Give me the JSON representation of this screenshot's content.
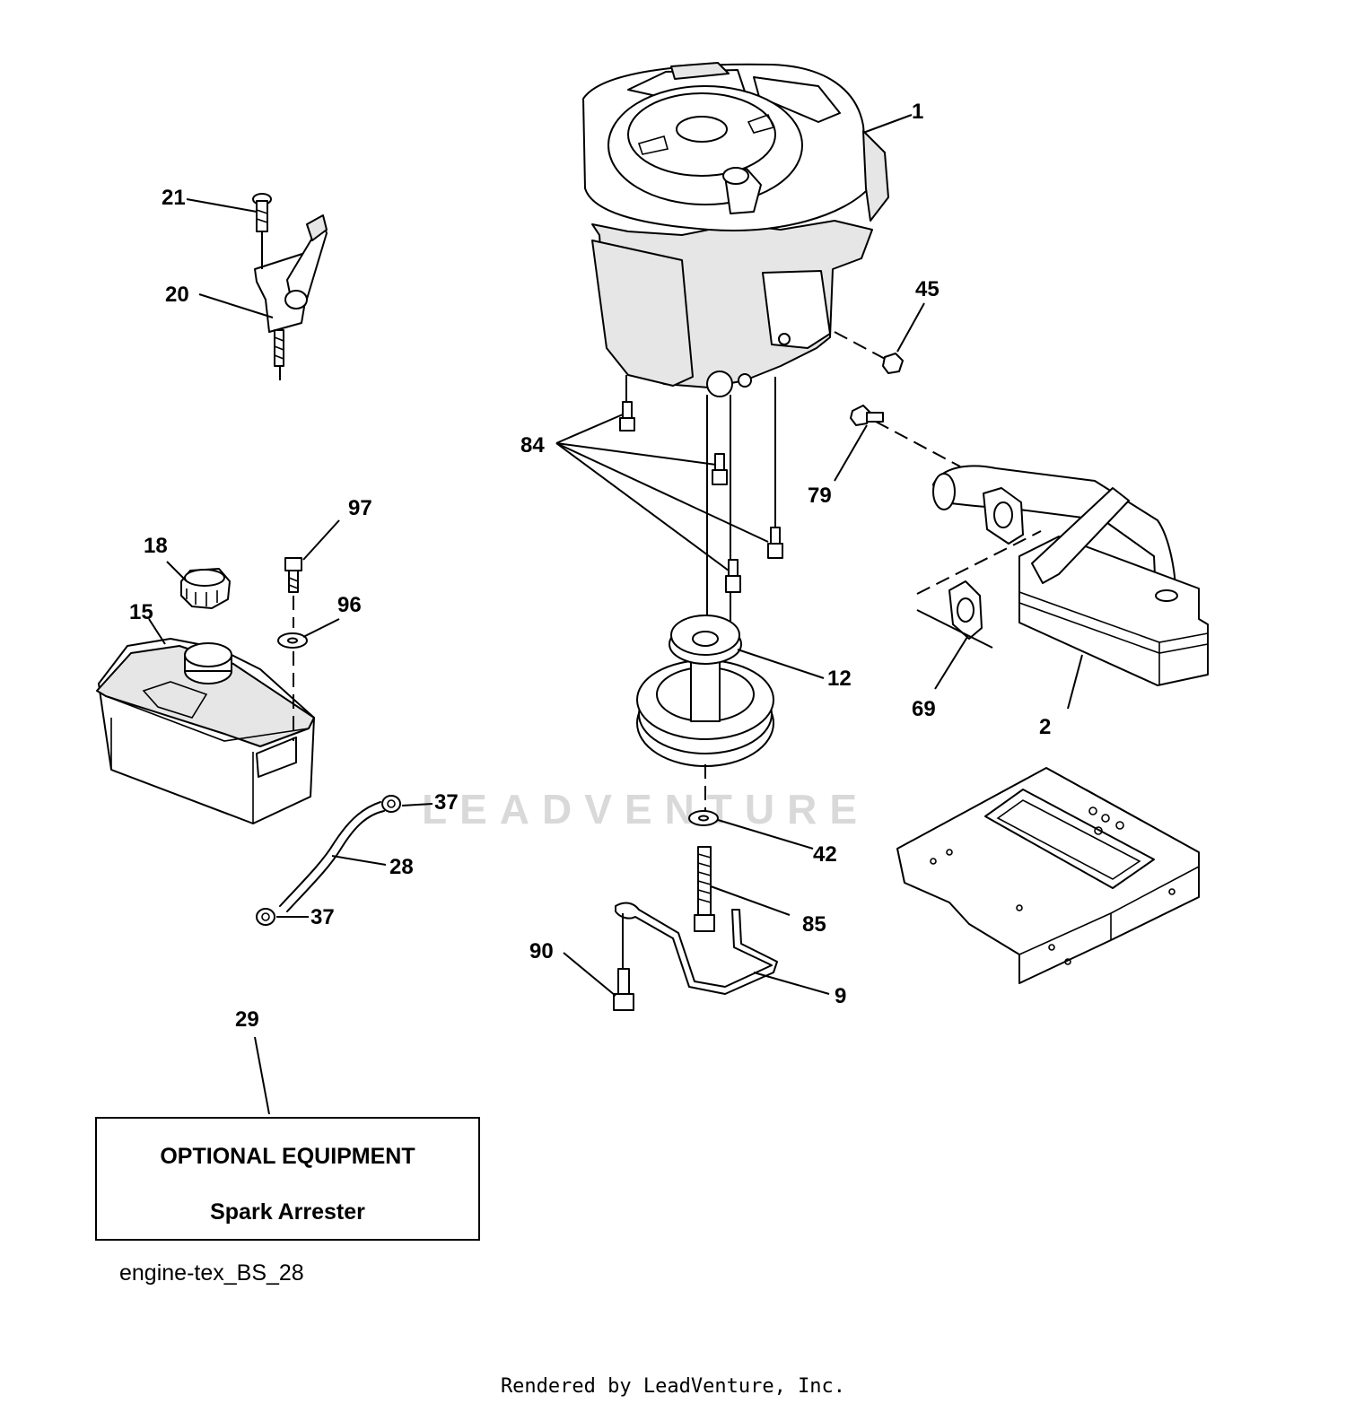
{
  "diagram": {
    "id_label": "engine-tex_BS_28",
    "watermark": "LEADVENTURE",
    "credit": "Rendered by LeadVenture, Inc."
  },
  "optional_equipment": {
    "callout": "29",
    "title": "OPTIONAL EQUIPMENT",
    "item": "Spark Arrester"
  },
  "callouts": {
    "c1": "1",
    "c2": "2",
    "c9": "9",
    "c12": "12",
    "c15": "15",
    "c18": "18",
    "c20": "20",
    "c21": "21",
    "c28": "28",
    "c37a": "37",
    "c37b": "37",
    "c42": "42",
    "c45": "45",
    "c69": "69",
    "c79": "79",
    "c84": "84",
    "c85": "85",
    "c90": "90",
    "c96": "96",
    "c97": "97"
  }
}
